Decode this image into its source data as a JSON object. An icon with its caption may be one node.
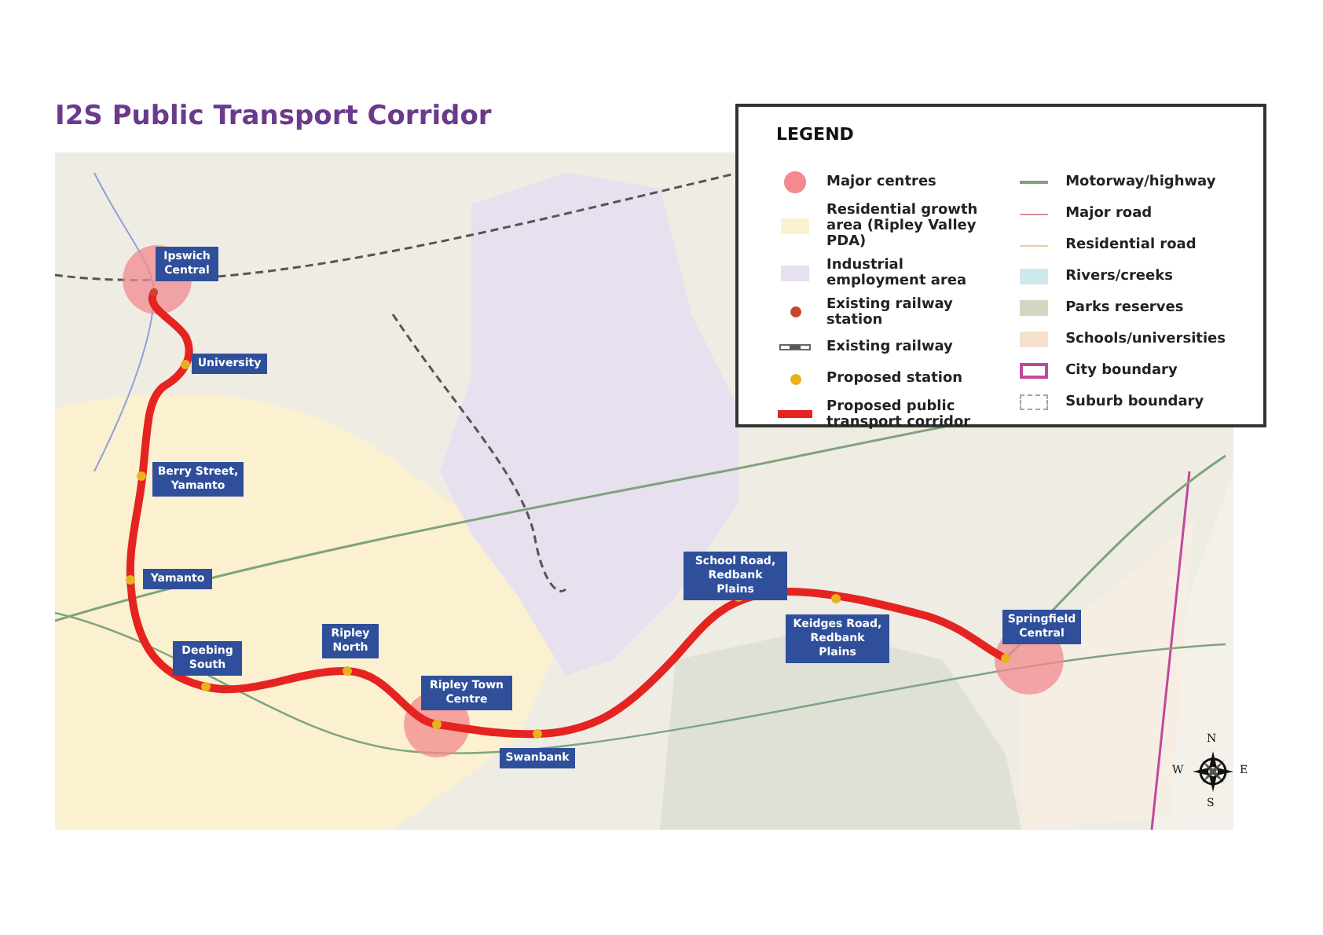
{
  "diagram": {
    "title": "I2S Public Transport Corridor",
    "nodes": [
      {
        "text": [
          "Ipswich Central"
        ]
      },
      {
        "text": [
          "University"
        ]
      },
      {
        "text": [
          "Berry Street, Yamanto"
        ]
      },
      {
        "text": [
          "Yamanto"
        ]
      },
      {
        "text": [
          "Deebing South"
        ]
      },
      {
        "text": [
          "Ripley North"
        ]
      },
      {
        "text": [
          "Ripley Town Centre"
        ]
      },
      {
        "text": [
          "Swanbank"
        ]
      },
      {
        "text": [
          "School Road, Redbank Plains"
        ]
      },
      {
        "text": [
          "Keidges Road, Redbank Plains"
        ]
      },
      {
        "text": [
          "Springfield Central"
        ]
      }
    ],
    "labels": [
      "N",
      "W",
      "E",
      "S"
    ],
    "legend": [
      {
        "text": "LEGEND"
      },
      {
        "text": "Major centres"
      },
      {
        "text": "Residential growth area (Ripley Valley PDA)",
        "color": "#fbf0cf"
      },
      {
        "text": "Industrial employment area",
        "color": "#e6e0ef"
      },
      {
        "text": "Existing railway station"
      },
      {
        "text": "Existing railway"
      },
      {
        "text": "Proposed station"
      },
      {
        "text": "Proposed public transport corridor"
      },
      {
        "text": "Motorway/highway"
      },
      {
        "text": "Major road"
      },
      {
        "text": "Residential road"
      },
      {
        "text": "Rivers/creeks",
        "color": "#cde9ee"
      },
      {
        "text": "Parks reserves",
        "color": "#d3d7c2"
      },
      {
        "text": "Schools/universities",
        "color": "#f5e2cc"
      },
      {
        "text": "City boundary"
      },
      {
        "text": "Suburb boundary"
      }
    ]
  }
}
